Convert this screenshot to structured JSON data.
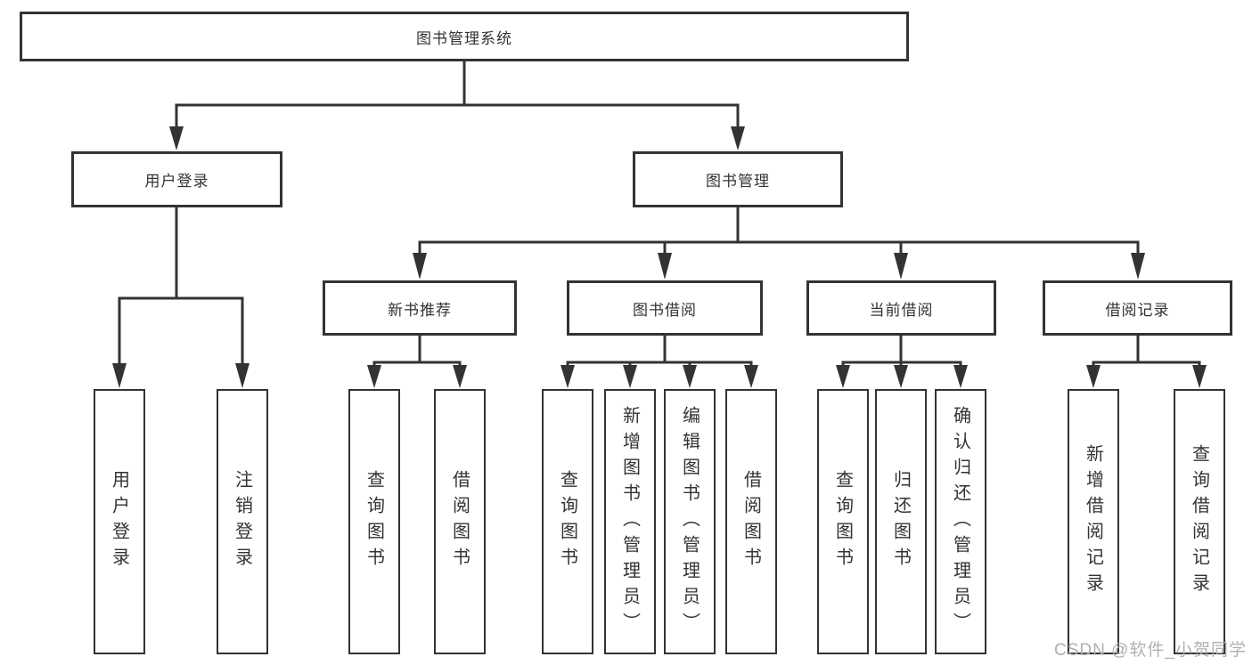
{
  "diagram": {
    "title_node": {
      "label": "图书管理系统"
    },
    "level2": [
      {
        "id": "user-login",
        "label": "用户登录"
      },
      {
        "id": "book-management",
        "label": "图书管理"
      }
    ],
    "level3": [
      {
        "id": "new-book-recommend",
        "label": "新书推荐"
      },
      {
        "id": "book-borrow",
        "label": "图书借阅"
      },
      {
        "id": "current-borrow",
        "label": "当前借阅"
      },
      {
        "id": "borrow-records",
        "label": "借阅记录"
      }
    ],
    "leaves": {
      "login": [
        "用户登录",
        "注销登录"
      ],
      "newbook": [
        "查询图书",
        "借阅图书"
      ],
      "borrow": [
        "查询图书",
        "新增图书（管理员）",
        "编辑图书（管理员）",
        "借阅图书"
      ],
      "current": [
        "查询图书",
        "归还图书",
        "确认归还（管理员）"
      ],
      "records": [
        "新增借阅记录",
        "查询借阅记录"
      ]
    },
    "colors": {
      "line": "#333333",
      "box_border": "#333333",
      "text": "#333333",
      "background": "#ffffff",
      "watermark": "#b0b0b0"
    }
  },
  "watermark": {
    "text": "CSDN @软件_小贺同学"
  }
}
